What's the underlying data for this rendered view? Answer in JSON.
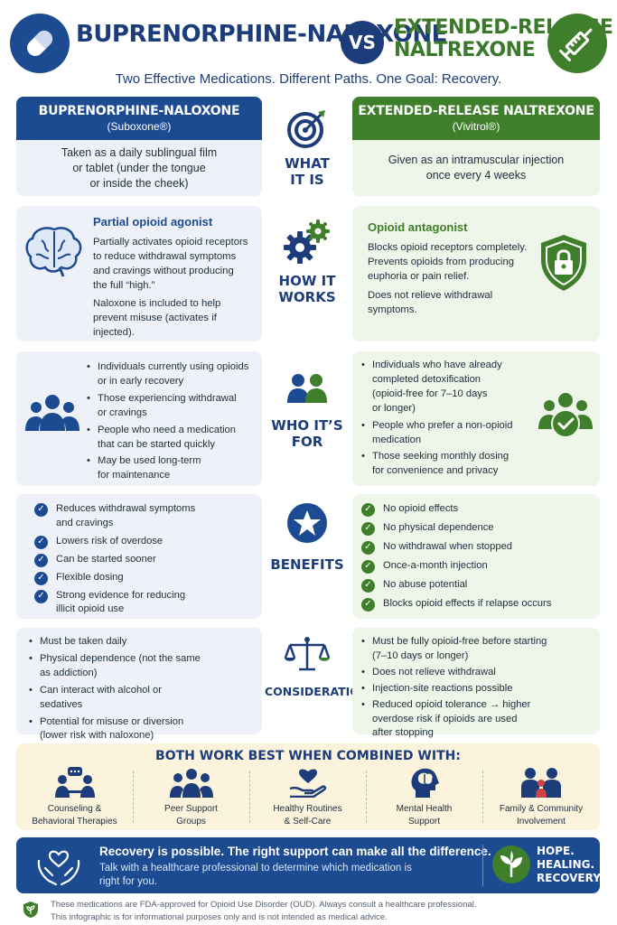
{
  "header": {
    "left_title": "BUPRENORPHINE-NALOXONE",
    "vs": "VS",
    "right_title_line1": "EXTENDED-RELEASE",
    "right_title_line2": "NALTREXONE",
    "tagline": "Two Effective Medications. Different Paths. One Goal: Recovery."
  },
  "left_header": {
    "title": "BUPRENORPHINE-NALOXONE",
    "subtitle": "(Suboxone®)"
  },
  "right_header": {
    "title": "EXTENDED-RELEASE NALTREXONE",
    "subtitle": "(Vivitrol®)"
  },
  "what": {
    "label_line1": "WHAT",
    "label_line2": "IT IS",
    "left": [
      "Taken as a daily sublingual film",
      "or tablet (under the tongue",
      "or inside the cheek)"
    ],
    "right": [
      "Given as an intramuscular injection",
      "once every 4 weeks"
    ]
  },
  "how": {
    "label_line1": "HOW IT",
    "label_line2": "WORKS",
    "left_head": "Partial opioid agonist",
    "left_p1": [
      "Partially activates opioid receptors",
      "to reduce withdrawal symptoms",
      "and cravings without producing",
      "the full “high.”"
    ],
    "left_p2": [
      "Naloxone is included to help",
      "prevent misuse (activates if",
      "injected)."
    ],
    "right_head": "Opioid antagonist",
    "right_p1": [
      "Blocks opioid receptors completely.",
      "Prevents opioids from producing",
      "euphoria or pain relief."
    ],
    "right_p2": [
      "Does not relieve withdrawal",
      "symptoms."
    ]
  },
  "who": {
    "label": "WHO IT’S FOR",
    "left": [
      [
        "Individuals currently using opioids",
        "or in early recovery"
      ],
      [
        "Those experiencing withdrawal",
        "or cravings"
      ],
      [
        "People who need a medication",
        "that can be started quickly"
      ],
      [
        "May be used long-term",
        "for maintenance"
      ]
    ],
    "right": [
      [
        "Individuals who have already",
        "completed detoxification",
        "(opioid-free for 7–10 days",
        "or longer)"
      ],
      [
        "People who prefer a non-opioid",
        "medication"
      ],
      [
        "Those seeking monthly dosing",
        "for convenience and privacy"
      ]
    ]
  },
  "benefits": {
    "label": "BENEFITS",
    "left": [
      [
        "Reduces withdrawal symptoms",
        "and cravings"
      ],
      [
        "Lowers risk of overdose"
      ],
      [
        "Can be started sooner"
      ],
      [
        "Flexible dosing"
      ],
      [
        "Strong evidence for reducing",
        "illicit opioid use"
      ]
    ],
    "right": [
      [
        "No opioid effects"
      ],
      [
        "No physical dependence"
      ],
      [
        "No withdrawal when stopped"
      ],
      [
        "Once-a-month injection"
      ],
      [
        "No abuse potential"
      ],
      [
        "Blocks opioid effects if relapse occurs"
      ]
    ]
  },
  "considerations": {
    "label": "CONSIDERATIONS",
    "left": [
      [
        "Must be taken daily"
      ],
      [
        "Physical dependence (not the same",
        "as addiction)"
      ],
      [
        "Can interact with alcohol or",
        "sedatives"
      ],
      [
        "Potential for misuse or diversion",
        "(lower risk with naloxone)"
      ]
    ],
    "right": [
      [
        "Must be fully opioid-free before starting",
        "(7–10 days or longer)"
      ],
      [
        "Does not relieve withdrawal"
      ],
      [
        "Injection-site reactions possible"
      ],
      [
        "Reduced opioid tolerance → higher",
        "overdose risk if opioids are used",
        "after stopping"
      ]
    ]
  },
  "combined": {
    "title": "BOTH WORK BEST WHEN COMBINED WITH:",
    "items": [
      [
        "Counseling &",
        "Behavioral Therapies"
      ],
      [
        "Peer Support",
        "Groups"
      ],
      [
        "Healthy Routines",
        "& Self-Care"
      ],
      [
        "Mental Health",
        "Support"
      ],
      [
        "Family & Community",
        "Involvement"
      ]
    ]
  },
  "banner": {
    "headline": "Recovery is possible. The right support can make all the difference.",
    "body": [
      "Talk with a healthcare professional to determine which medication is",
      "right for you."
    ],
    "motto": [
      "HOPE.",
      "HEALING.",
      "RECOVERY."
    ]
  },
  "footer": [
    "These medications are FDA-approved for Opioid Use Disorder (OUD). Always consult a healthcare professional.",
    "This infographic is for informational purposes only and is not intended as medical advice."
  ],
  "colors": {
    "navy": "#1d3d7a",
    "blue": "#1d4b92",
    "green": "#3f7f2b",
    "cream": "#fbf3dc"
  }
}
